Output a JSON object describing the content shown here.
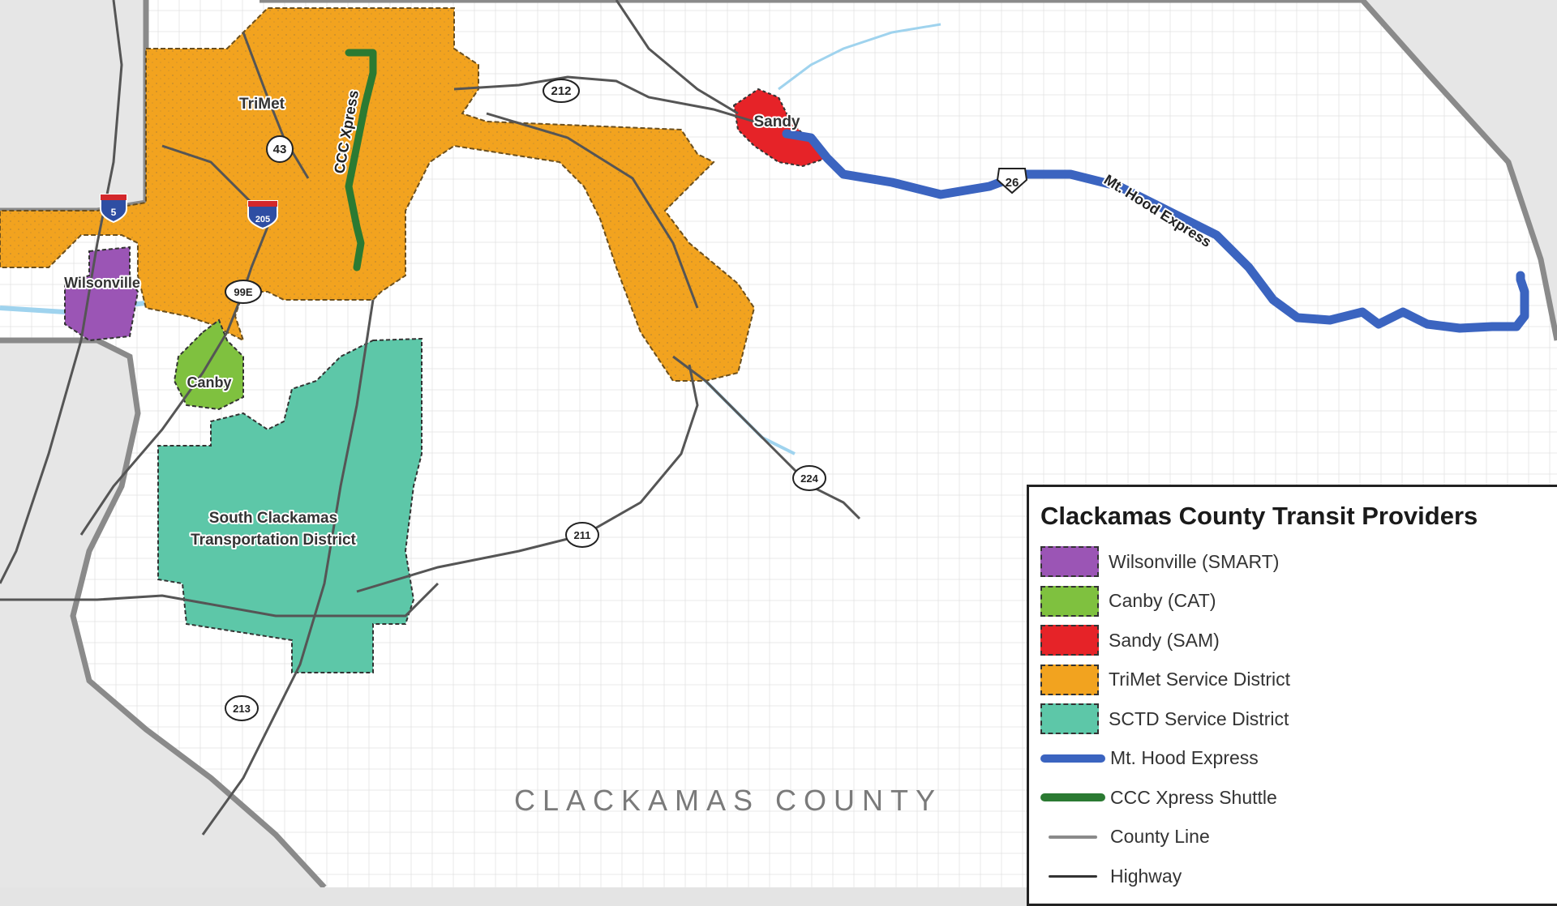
{
  "map": {
    "county_label": "CLACKAMAS COUNTY",
    "places": {
      "trimet": "TriMet",
      "sandy": "Sandy",
      "wilsonville": "Wilsonville",
      "canby": "Canby",
      "sctd_line1": "South Clackamas",
      "sctd_line2": "Transportation District"
    },
    "routes": {
      "ccc_xpress": "CCC Xpress",
      "mt_hood_express": "Mt. Hood Express"
    },
    "shields": {
      "us26": "26",
      "or212": "212",
      "or43": "43",
      "i5": "5",
      "i205": "205",
      "or99e": "99E",
      "or224": "224",
      "or211": "211",
      "or213": "213"
    }
  },
  "legend": {
    "title": "Clackamas County Transit Providers",
    "items": [
      {
        "label": "Wilsonville (SMART)",
        "color": "#9b55b5"
      },
      {
        "label": "Canby (CAT)",
        "color": "#7fc13f"
      },
      {
        "label": "Sandy (SAM)",
        "color": "#e62328"
      },
      {
        "label": "TriMet Service District",
        "color": "#f2a31f"
      },
      {
        "label": "SCTD Service District",
        "color": "#5dc7a8"
      },
      {
        "label": "Mt. Hood Express",
        "color": "#3b64c0"
      },
      {
        "label": "CCC Xpress Shuttle",
        "color": "#2b7a32"
      },
      {
        "label": "County Line",
        "color": "#8a8a8a"
      },
      {
        "label": "Highway",
        "color": "#333333"
      }
    ]
  }
}
